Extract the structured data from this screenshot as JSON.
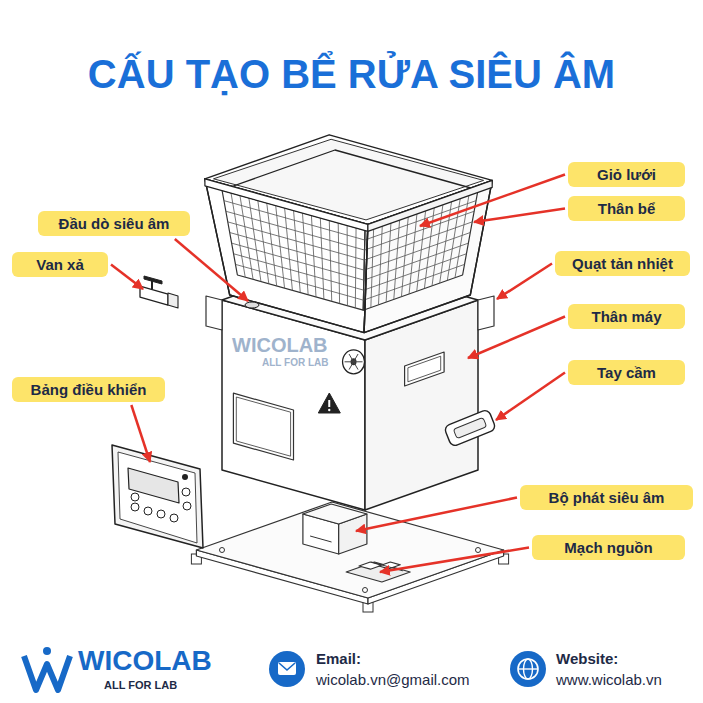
{
  "diagram": {
    "title": "CẤU TẠO BỂ RỬA SIÊU ÂM",
    "nodes": [
      {
        "text": [
          "Giỏ lưới"
        ]
      },
      {
        "text": [
          "Thân bể"
        ]
      },
      {
        "text": [
          "Đầu dò siêu âm"
        ]
      },
      {
        "text": [
          "Van xả"
        ]
      },
      {
        "text": [
          "Quạt tản nhiệt"
        ]
      },
      {
        "text": [
          "Thân máy"
        ]
      },
      {
        "text": [
          "Tay cầm"
        ]
      },
      {
        "text": [
          "Bảng điều khiển"
        ]
      },
      {
        "text": [
          "Bộ phát siêu âm"
        ]
      },
      {
        "text": [
          "Mạch nguồn"
        ]
      }
    ],
    "labels": [
      "WICOLAB",
      "ALL FOR LAB",
      "WICOLAB",
      "ALL FOR LAB",
      "Email:",
      "wicolab.vn@gmail.com",
      "Website:",
      "www.wicolab.vn"
    ]
  }
}
